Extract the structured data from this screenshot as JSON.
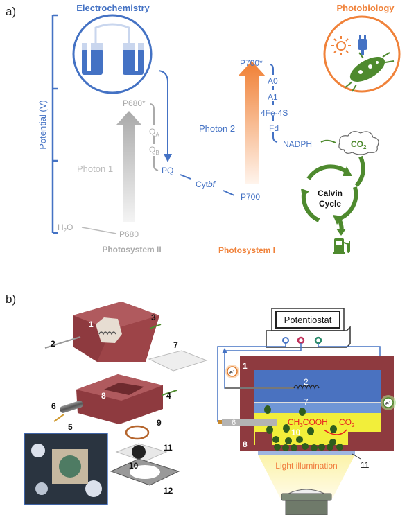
{
  "panel_a": {
    "label": "a)",
    "electrochemistry_title": "Electrochemistry",
    "photobiology_title": "Photobiology",
    "axis_label": "Potential (V)",
    "psii": {
      "title": "Photosystem II",
      "p680_excited": "P680*",
      "qa": "Q",
      "qa_sub": "A",
      "qb": "Q",
      "qb_sub": "B",
      "photon": "Photon 1",
      "h2o": "H",
      "h2o_sub": "2",
      "h2o_end": "O",
      "p680": "P680"
    },
    "chain": {
      "pq": "PQ",
      "cyt": "Cyt",
      "cyt_italic": "bf",
      "p700": "P700"
    },
    "psi": {
      "title": "Photosystem I",
      "p700_excited": "P700*",
      "a0": "A0",
      "a1": "A1",
      "fes": "4Fe-4S",
      "fd": "Fd",
      "nadph": "NADPH",
      "photon": "Photon 2"
    },
    "calvin": {
      "line1": "Calvin",
      "line2": "Cycle",
      "co2": "CO",
      "co2_sub": "2"
    },
    "colors": {
      "blue": "#4472c4",
      "orange": "#f0823a",
      "gray": "#b0b0b0",
      "green": "#4e8a2e"
    }
  },
  "panel_b": {
    "label": "b)",
    "part_numbers": [
      "1",
      "2",
      "3",
      "4",
      "5",
      "6",
      "7",
      "8",
      "9",
      "10",
      "11",
      "12"
    ],
    "potentiostat": "Potentiostat",
    "electron": "e",
    "electron_sup": "-",
    "cell_labels": {
      "n1": "1",
      "n2": "2",
      "n7": "7",
      "n6": "6",
      "n8": "8",
      "n10": "10",
      "n11": "11"
    },
    "acetate": "CH",
    "acetate_sub": "3",
    "acetate_end": "COOH",
    "co2": "CO",
    "co2_sub": "2",
    "light": "Light illumination",
    "colors": {
      "maroon": "#8e3a3f",
      "electrolyte": "#4a72c0",
      "biofilm": "#f2ee3a",
      "red_text": "#e8231e",
      "light_text": "#f07a3a"
    }
  }
}
